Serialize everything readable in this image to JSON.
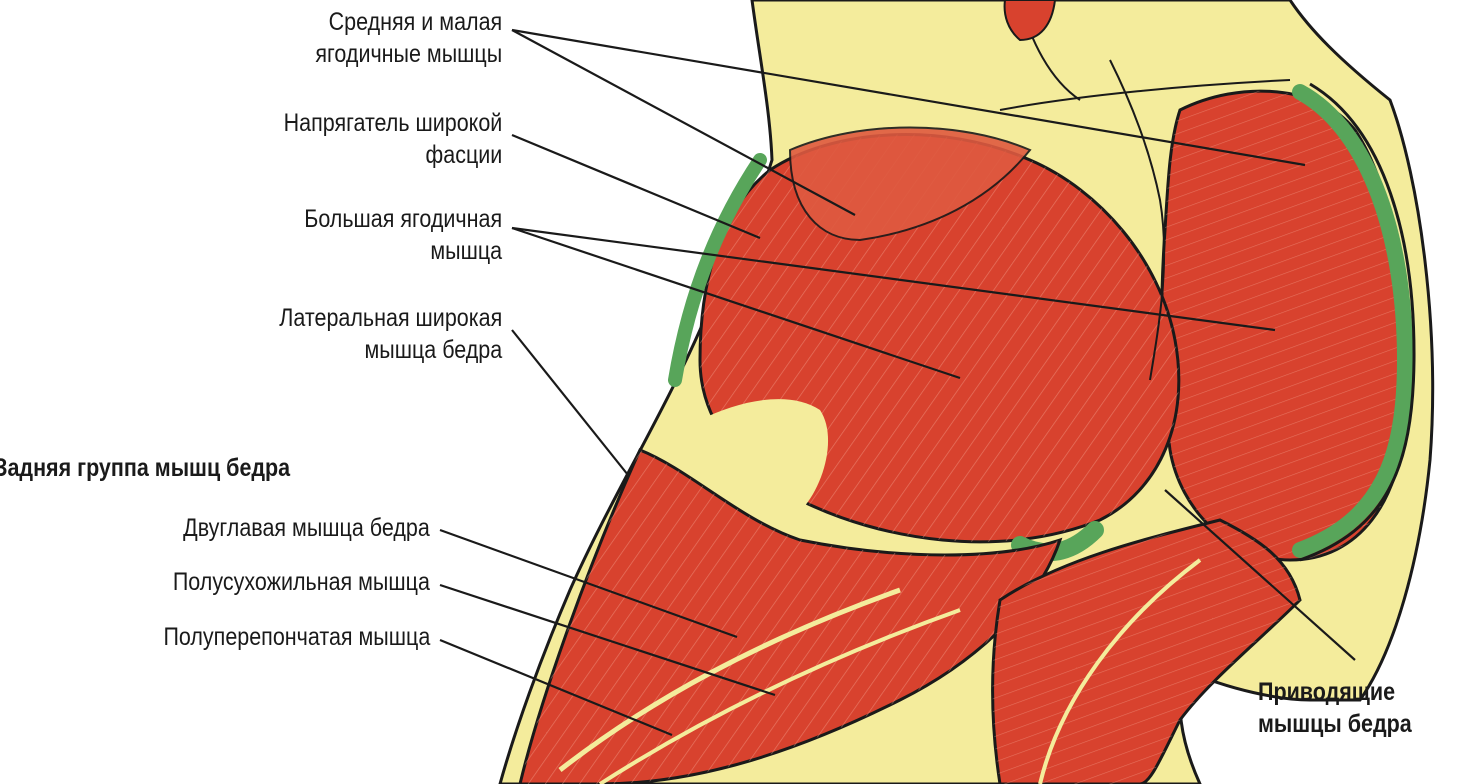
{
  "labels": {
    "gluteus_medius_minimus": [
      "Средняя и малая",
      "ягодичные мышцы"
    ],
    "tensor_fasciae_latae": [
      "Напрягатель широкой",
      "фасции"
    ],
    "gluteus_maximus": [
      "Большая ягодичная",
      "мышца"
    ],
    "vastus_lateralis": [
      "Латеральная широкая",
      "мышца бедра"
    ],
    "hamstrings_group": "Задняя группа мышц бедра",
    "biceps_femoris": "Двуглавая мышца бедра",
    "semitendinosus": "Полусухожильная мышца",
    "semimembranosus": "Полуперепончатая мышца",
    "adductors": [
      "Приводящие",
      "мышцы бедра"
    ]
  },
  "colors": {
    "muscle": "#d8422e",
    "muscle_light": "#e8735c",
    "fat": "#f4ec9c",
    "fascia": "#58a55a",
    "outline": "#1a1a1a"
  }
}
